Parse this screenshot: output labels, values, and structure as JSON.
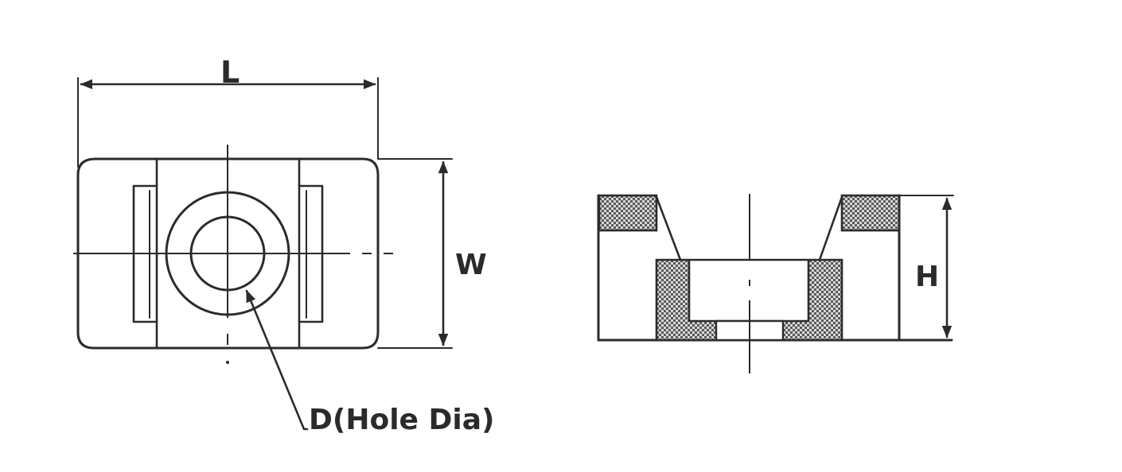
{
  "diagram": {
    "labels": {
      "length": "L",
      "width": "W",
      "height": "H",
      "hole": "D(Hole Dia)"
    },
    "colors": {
      "ink": "#2b2b2b",
      "hatch": "#6a6a6a",
      "background": "#ffffff"
    }
  }
}
